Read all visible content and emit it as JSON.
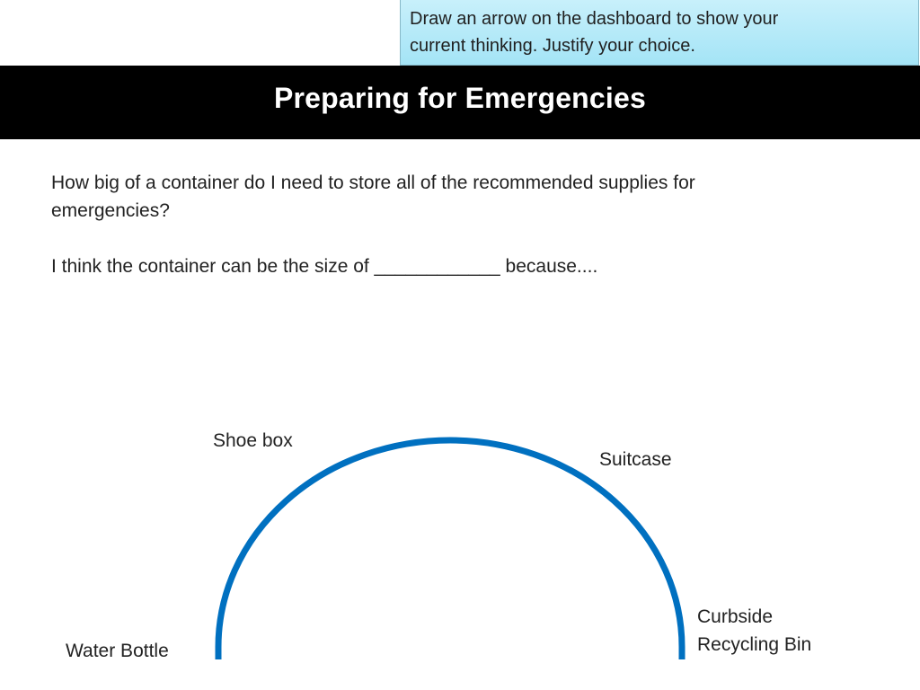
{
  "instruction": {
    "line1": "Draw an arrow on the dashboard to show your",
    "line2": "current thinking. Justify your choice."
  },
  "title": "Preparing for Emergencies",
  "question": {
    "line1": "How big of a container do I need to store all of the recommended supplies for",
    "line2": "emergencies?",
    "prompt": "I think the container can be the size of ____________ because...."
  },
  "dashboard": {
    "arc_color": "#0070c0",
    "labels": {
      "water_bottle": "Water Bottle",
      "shoe_box": "Shoe box",
      "suitcase": "Suitcase",
      "curbside_line1": "Curbside",
      "curbside_line2": "Recycling Bin"
    }
  }
}
